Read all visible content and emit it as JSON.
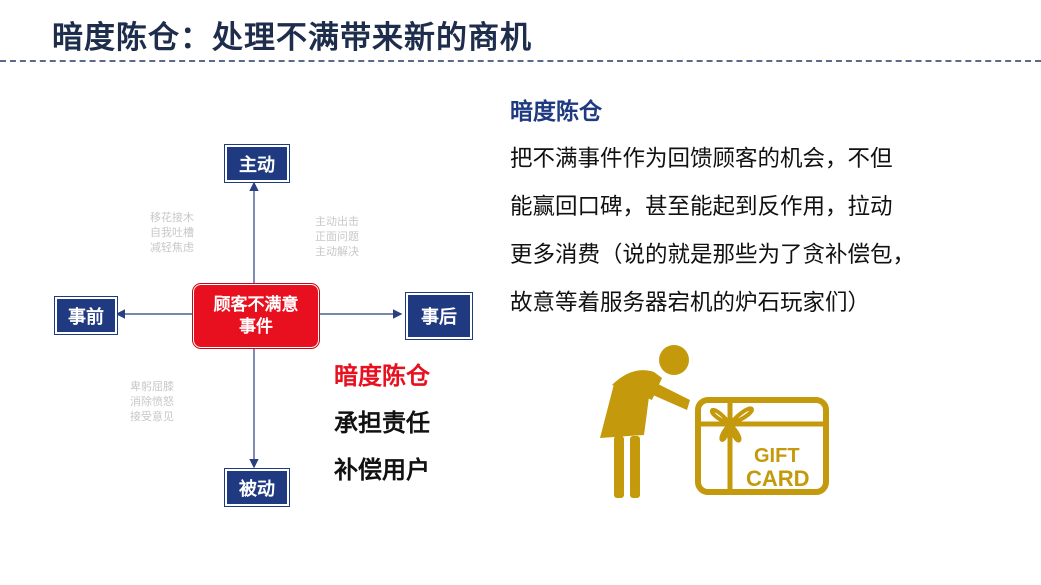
{
  "slide": {
    "title": "暗度陈仓：处理不满带来新的商机"
  },
  "diagram": {
    "top_label": "主动",
    "bottom_label": "被动",
    "left_label": "事前",
    "right_label": "事后",
    "center_line1": "顾客不满意",
    "center_line2": "事件",
    "note_top_left": [
      "移花接木",
      "自我吐槽",
      "减轻焦虑"
    ],
    "note_top_right": [
      "主动出击",
      "正面问题",
      "主动解决"
    ],
    "note_bottom_left": [
      "卑躬屈膝",
      "消除愤怒",
      "接受意见"
    ],
    "strategy_highlight": "暗度陈仓",
    "strategy_items": [
      "承担责任",
      "补偿用户"
    ]
  },
  "right_text": {
    "heading": "暗度陈仓",
    "lines": [
      "把不满事件作为回馈顾客的机会，不但",
      "能赢回口碑，甚至能起到反作用，拉动",
      "更多消费（说的就是那些为了贪补偿包，",
      "故意等着服务器宕机的炉石玩家们）"
    ]
  },
  "gift_card": {
    "line1": "GIFT",
    "line2": "CARD"
  },
  "colors": {
    "title": "#1f2d4d",
    "blue_box": "#1f3a80",
    "center_red": "#e8101e",
    "highlight_red": "#e8101e",
    "gold": "#c49a0c"
  }
}
